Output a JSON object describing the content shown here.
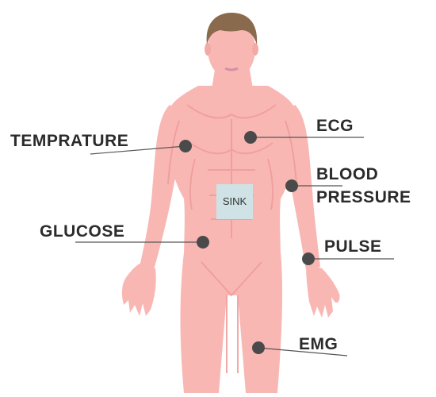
{
  "sensors": {
    "temperature": "TEMPRATURE",
    "ecg": "ECG",
    "blood_pressure_line1": "BLOOD",
    "blood_pressure_line2": "PRESSURE",
    "glucose": "GLUCOSE",
    "pulse": "PULSE",
    "emg": "EMG"
  },
  "sink": {
    "label": "SINK"
  },
  "colors": {
    "skin": "#f9b7b4",
    "skin_shade": "#ef9e9c",
    "hair": "#8a6a4d",
    "sink_box": "#cfe3e6",
    "sensor_dot": "#4a4a4a",
    "leader_line": "#555555",
    "label_text": "#2b2b2b"
  }
}
